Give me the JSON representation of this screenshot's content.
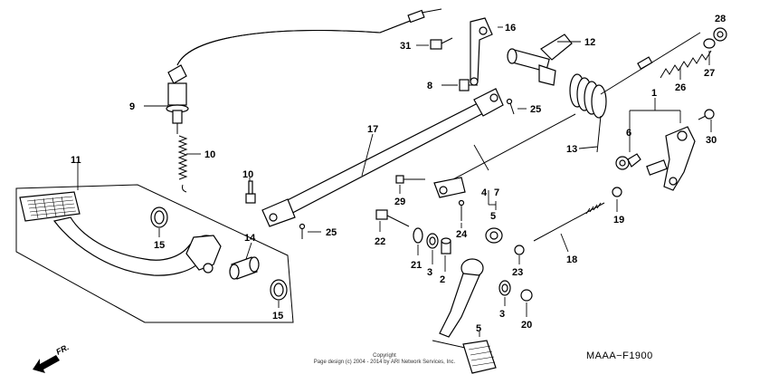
{
  "diagram_code": "MAAA−F1900",
  "copyright_line1": "Copyright",
  "copyright_line2": "Page design (c) 2004 - 2014 by ARI Network Services, Inc.",
  "front_marker": "FR.",
  "callouts": [
    "1",
    "2",
    "3",
    "3",
    "4",
    "5",
    "5",
    "6",
    "7",
    "8",
    "9",
    "10",
    "10",
    "11",
    "12",
    "13",
    "14",
    "15",
    "15",
    "16",
    "17",
    "18",
    "19",
    "20",
    "21",
    "22",
    "23",
    "24",
    "25",
    "25",
    "26",
    "27",
    "28",
    "29",
    "30",
    "31"
  ]
}
